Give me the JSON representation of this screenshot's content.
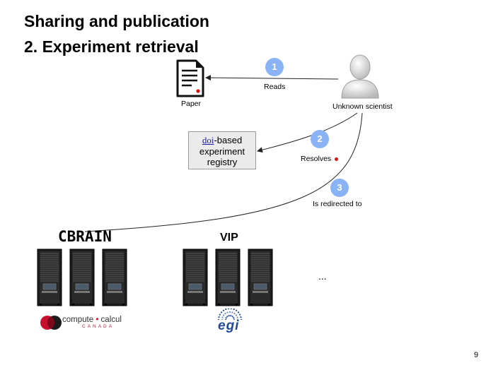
{
  "slide": {
    "title_line1": "Sharing and publication",
    "title_line2": "2. Experiment retrieval",
    "page_number": "9"
  },
  "diagram": {
    "paper_label": "Paper",
    "scientist_label": "Unknown scientist",
    "steps": [
      {
        "number": "1",
        "label": "Reads"
      },
      {
        "number": "2",
        "label": "Resolves"
      },
      {
        "number": "3",
        "label": "Is redirected to"
      }
    ],
    "registry": {
      "link_text": "doi",
      "text_rest": "-based",
      "line2": "experiment",
      "line3": "registry"
    },
    "platform_left": "CBRAIN",
    "platform_right": "VIP",
    "ellipsis": "...",
    "logo_compute_canada": {
      "word1": "compute",
      "word2": "calcul",
      "word3": "CANADA"
    },
    "logo_egi": "egi",
    "colors": {
      "step_circle": "#8ab3f5",
      "marker_dot": "#e01010",
      "compute_canada_red": "#c8102e",
      "egi_blue": "#1e4b9b"
    }
  }
}
